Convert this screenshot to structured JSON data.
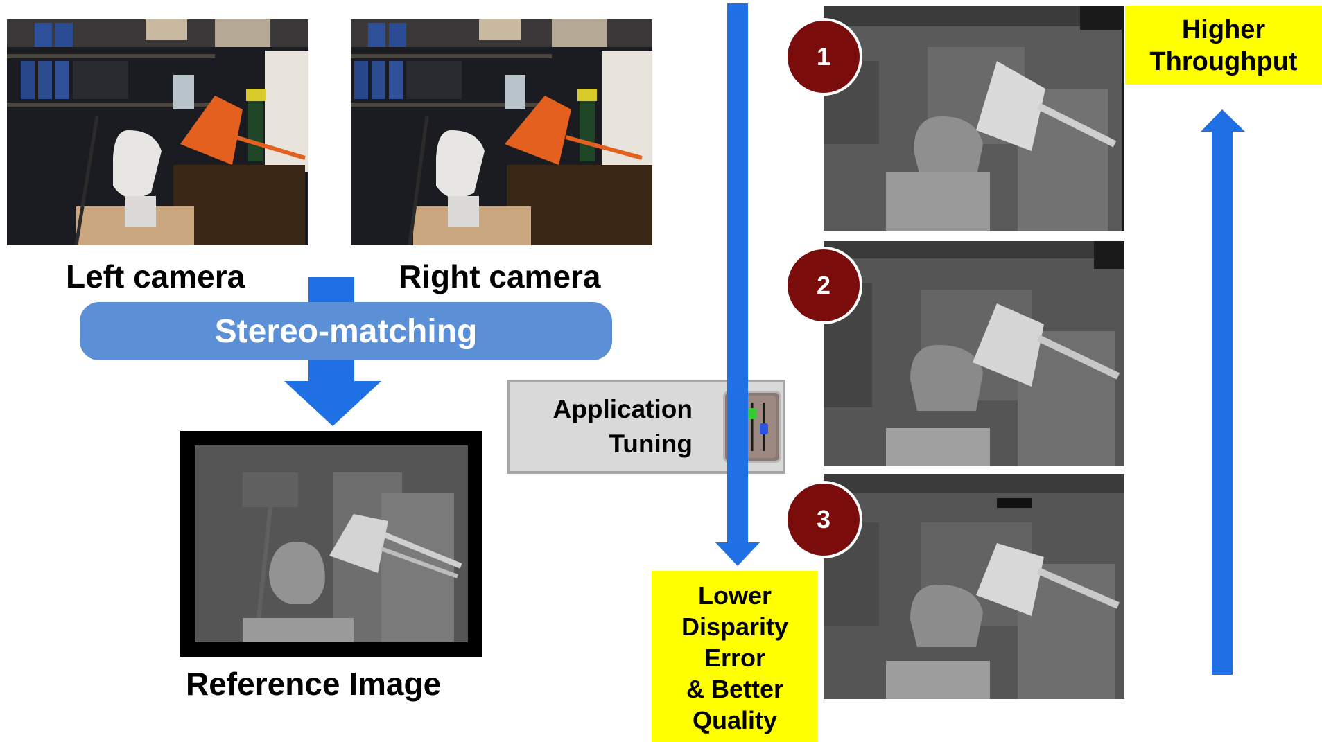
{
  "left_camera_label": "Left camera",
  "right_camera_label": "Right camera",
  "stereo_label": "Stereo-matching",
  "reference_label": "Reference Image",
  "tuning": {
    "line1": "Application",
    "line2": "Tuning"
  },
  "top_box": {
    "line1": "Higher",
    "line2": "Throughput"
  },
  "bottom_box": {
    "line1": "Lower",
    "line2": "Disparity",
    "line3": "Error",
    "line4": "& Better",
    "line5": "Quality"
  },
  "results": [
    {
      "number": "1"
    },
    {
      "number": "2"
    },
    {
      "number": "3"
    }
  ],
  "colors": {
    "arrow_blue": "#1f6fe5",
    "stereo_bar": "#5b8fd6",
    "badge": "#7b0c0c",
    "highlight": "#ffff00"
  }
}
